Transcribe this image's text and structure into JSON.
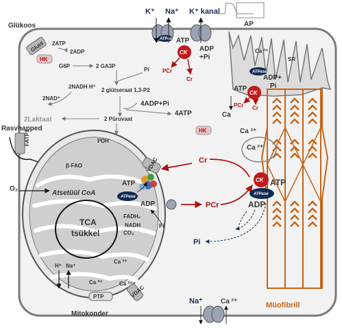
{
  "colors": {
    "cell_fill": "#f2f2f2",
    "membrane": "#7a7a7a",
    "mito_fill": "#cfcfcf",
    "enzyme_navy": "#0f2b52",
    "ck_red": "#c21a1a",
    "arrow_red": "#b01010",
    "myofibril_orange": "#c86414",
    "dark_navy_text": "#1a2a50"
  },
  "labels": {
    "glucose": "Glükoos",
    "glut4": "Glut4",
    "hk": "HK",
    "hk2": "HK",
    "atp_2": "2ATP",
    "adp_2": "2ADP",
    "g6p": "G6P",
    "ga3p": "2 GA3P",
    "pi": "Pi",
    "nadh": "2NADH H⁺",
    "glycerate": "2 glütseraat 1,3-P2",
    "nad": "2NAD⁺",
    "adp4": "4ADP+Pi",
    "atp4": "4ATP",
    "lactate": "2Laktaat",
    "pyruvate": "2 Püruvaat",
    "fatty_acids": "Rasvhapped",
    "fatp1": "FATP1",
    "pdh": "PDH",
    "beta_fao": "β-FAO",
    "o2": "O₂",
    "acetyl_coa": "Atsetüül CoA",
    "tca": "TCA",
    "tca_cycle": "tsükkel",
    "fadh2": "FADH₂",
    "nadh_mito": "NADH",
    "co2": "CO₂",
    "h_plus": "H⁺",
    "na_plus_mito": "Na⁺",
    "ca_mito1": "Ca ²⁺",
    "ca_mito2": "Ca ²⁺",
    "ca_mito3": "Ca ²⁺",
    "ptp": "PTP",
    "vdac_bottom": "VDAC",
    "mitochondrion": "Mitokonder",
    "vdac_top": "VDAC",
    "atp_mito": "ATP",
    "atpase": "ATPase",
    "adp_mito": "ADP",
    "pi_mito": "Pi",
    "cr": "Cr",
    "pcr": "PCr",
    "pi_cyto": "Pi",
    "k_plus": "K⁺",
    "na_plus": "Na⁺",
    "k_channel": "K⁺ kanal",
    "ap": "AP",
    "atp_top": "ATP",
    "ck": "CK",
    "adp_pi_top": "ADP",
    "pi_top": "+Pi",
    "pcr_top": "PCr",
    "cr_top": "Cr",
    "ca_sr": "Ca ²⁺",
    "sr": "SR",
    "atp_sr": "ATP",
    "adp_pi_sr": "ADP+",
    "pi_sr": "Pi",
    "pcr_sr": "PCr",
    "cr_sr": "Cr",
    "ca_cyto": "Ca",
    "ca_free": "Ca ²⁺",
    "ca_tropo": "Ca ²⁺",
    "atp_myo": "ATP",
    "adp_myo": "ADP",
    "na_bottom": "Na⁺",
    "ca_bottom": "Ca ²⁺",
    "myofibril": "Müofibrill"
  }
}
